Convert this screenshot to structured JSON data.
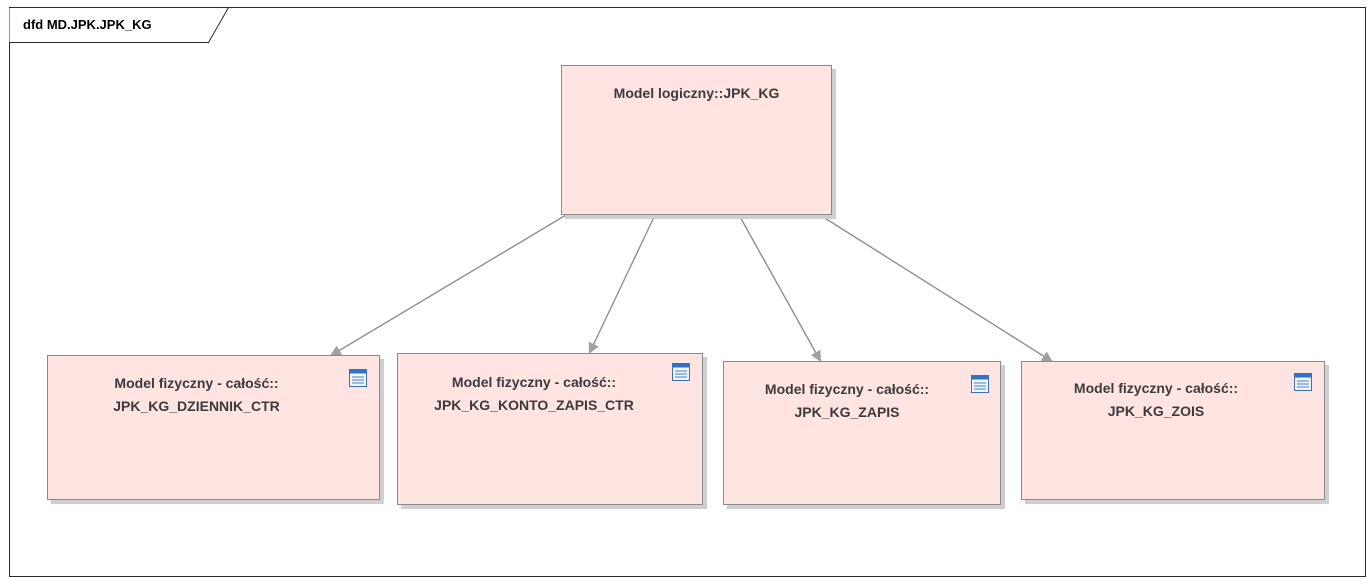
{
  "diagram": {
    "title": "dfd MD.JPK.JPK_KG",
    "source": {
      "label": "Model logiczny::JPK_KG"
    },
    "targets": [
      {
        "line1": "Model fizyczny - całość::",
        "line2": "JPK_KG_DZIENNIK_CTR",
        "icon": "table-icon"
      },
      {
        "line1": "Model fizyczny - całość::",
        "line2": "JPK_KG_KONTO_ZAPIS_CTR",
        "icon": "table-icon"
      },
      {
        "line1": "Model fizyczny - całość::",
        "line2": "JPK_KG_ZAPIS",
        "icon": "table-icon"
      },
      {
        "line1": "Model fizyczny - całość::",
        "line2": "JPK_KG_ZOIS",
        "icon": "table-icon"
      }
    ],
    "colors": {
      "node_fill": "#ffe4e1",
      "node_border": "#8a8a8a",
      "connector": "#8f8f8f"
    }
  }
}
